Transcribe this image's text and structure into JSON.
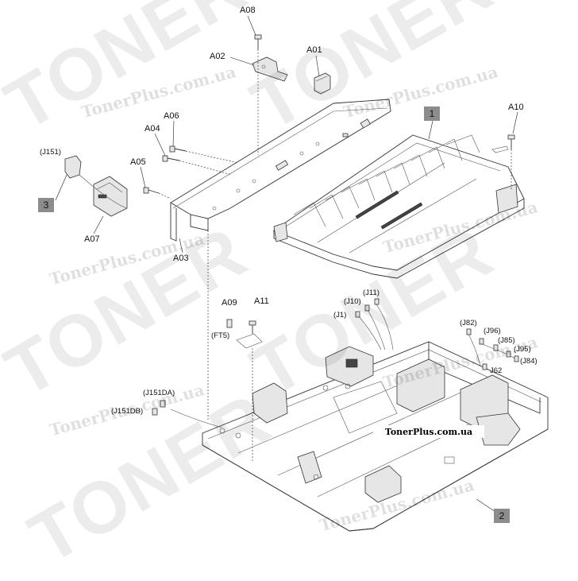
{
  "watermark": {
    "brand": "TONER",
    "site": "TonerPlus.com.ua"
  },
  "site_label": "TonerPlus.com.ua",
  "callouts": {
    "a08": "A08",
    "a02": "A02",
    "a01": "A01",
    "a10": "A10",
    "a06": "A06",
    "a04": "A04",
    "a05": "A05",
    "a07": "A07",
    "a03": "A03",
    "a09": "A09",
    "a11": "A11",
    "ft5": "(FT5)",
    "j151": "(J151)",
    "j151da": "(J151DA)",
    "j151db": "(J151DB)",
    "j1": "(J1)",
    "j10": "(J10)",
    "j11": "(J11)",
    "j82": "(J82)",
    "j96": "(J96)",
    "j85": "(J85)",
    "j95": "(J95)",
    "j84": "(J84)",
    "j62": "J62"
  },
  "box_labels": {
    "one": "1",
    "two": "2",
    "three": "3"
  }
}
